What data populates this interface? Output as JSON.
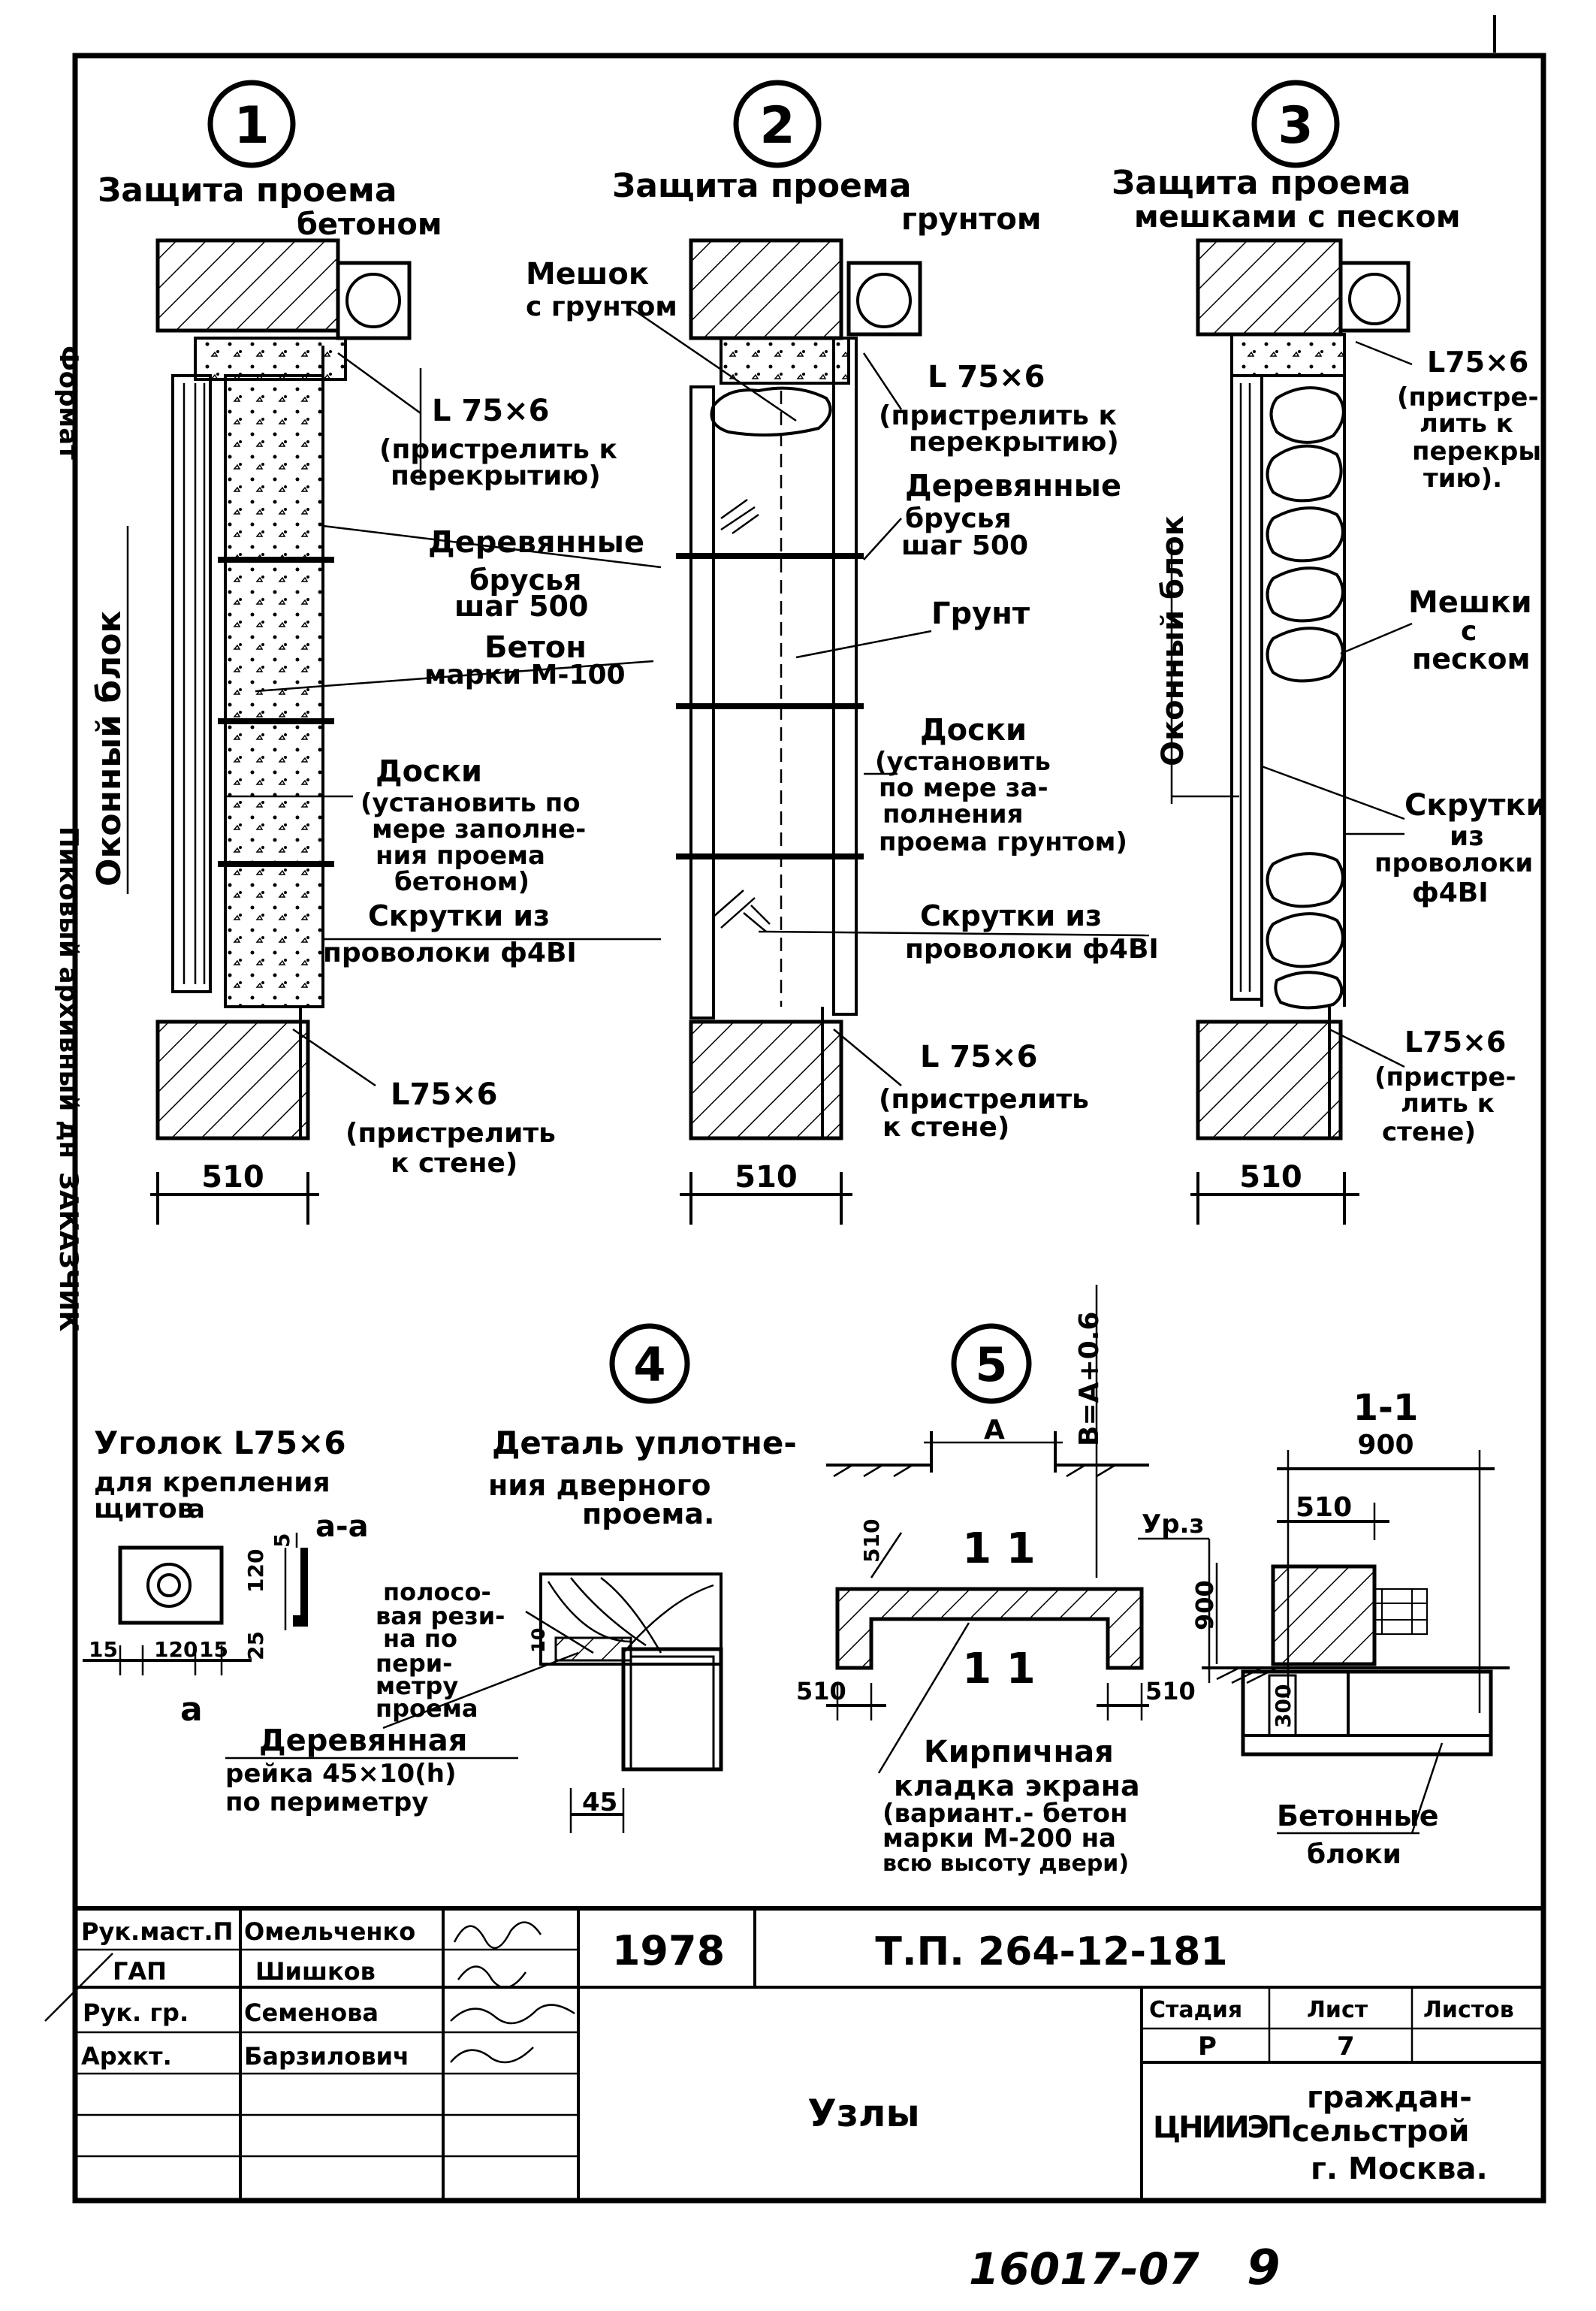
{
  "margin_text": {
    "top": "Формат",
    "middle": "Пиковый архивный  дн",
    "bottom": "ЗАКАЗЧИК"
  },
  "node1": {
    "num": "1",
    "title1": "Защита проема",
    "title2": "бетоном",
    "angle_top": "L 75×6",
    "angle_top_note1": "(пристрелить к",
    "angle_top_note2": "перекрытию)",
    "beams1": "Деревянные",
    "beams2": "брусья",
    "beams3": "шаг 500",
    "concrete1": "Бетон",
    "concrete2": "марки М-100",
    "window": "Оконный блок",
    "boards1": "Доски",
    "boards2": "(установить по",
    "boards3": "мере заполне-",
    "boards4": "ния проема",
    "boards5": "бетоном)",
    "wire1": "Скрутки из",
    "wire2": "проволоки ф4ВI",
    "angle_bot": "L75×6",
    "angle_bot_note1": "(пристрелить",
    "angle_bot_note2": "к стене)",
    "dim": "510"
  },
  "node2": {
    "num": "2",
    "title1": "Защита проема",
    "title2": "грунтом",
    "bag1": "Мешок",
    "bag2": "с грунтом",
    "angle_top": "L 75×6",
    "angle_top_note1": "(пристрелить к",
    "angle_top_note2": "перекрытию)",
    "beams1": "Деревянные",
    "beams2": "брусья",
    "beams3": "шаг 500",
    "soil": "Грунт",
    "boards1": "Доски",
    "boards2": "(установить",
    "boards3": "по мере за-",
    "boards4": "полнения",
    "boards5": "проема грунтом)",
    "wire1": "Скрутки из",
    "wire2": "проволоки ф4ВI",
    "angle_bot": "L 75×6",
    "angle_bot_note1": "(пристрелить",
    "angle_bot_note2": "к стене)",
    "dim": "510"
  },
  "node3": {
    "num": "3",
    "title1": "Защита проема",
    "title2": "мешками с песком",
    "angle_top": "L75×6",
    "angle_top_note1": "(пристре-",
    "angle_top_note2": "лить к",
    "angle_top_note3": "перекры",
    "angle_top_note4": "тию).",
    "window": "Оконный блок",
    "bags1": "Мешки",
    "bags2": "с",
    "bags3": "песком",
    "wire1": "Скрутки",
    "wire2": "из",
    "wire3": "проволоки",
    "wire4": "ф4ВI",
    "angle_bot": "L75×6",
    "angle_bot_note1": "(пристре-",
    "angle_bot_note2": "лить к",
    "angle_bot_note3": "стене)",
    "dim": "510"
  },
  "node4": {
    "num": "4",
    "angle_title1": "Уголок L75×6",
    "angle_title2": "для крепления",
    "angle_title3": "щитов",
    "sec_a": "а",
    "sec_aa": "а-а",
    "d15a": "15",
    "d120": "120",
    "d15b": "15",
    "d25": "25",
    "d120v": "120",
    "d5": "5",
    "a_label": "а",
    "detail1": "Деталь уплотне-",
    "detail2": "ния дверного",
    "detail3": "проема.",
    "rubber1": "полосо-",
    "rubber2": "вая рези-",
    "rubber3": "на по",
    "rubber4": "пери-",
    "rubber5": "метру",
    "rubber6": "проема",
    "batten1": "Деревянная",
    "batten2": "рейка 45×10(h)",
    "batten3": "по периметру",
    "dim45": "45",
    "dim10": "10"
  },
  "node5": {
    "num": "5",
    "b_formula": "B=A+0.6",
    "a_label": "A",
    "sec11a": "1 1",
    "sec11b": "1 1",
    "d510_top": "510",
    "d510_l": "510",
    "d510_r": "510",
    "brick1": "Кирпичная",
    "brick2": "кладка экрана",
    "brick3": "(вариант.- бетон",
    "brick4": "марки М-200 на",
    "brick5": "всю высоту двери)"
  },
  "section11": {
    "title": "1-1",
    "d900": "900",
    "d510": "510",
    "level": "Ур.з",
    "d900v": "900",
    "d300": "300",
    "blocks1": "Бетонные",
    "blocks2": "блоки"
  },
  "titleblock": {
    "roles": [
      "Рук.маст.П",
      "ГАП",
      "Рук. гр.",
      "Архкт."
    ],
    "names": [
      "Омельченко",
      "Шишков",
      "Семенова",
      "Барзилович"
    ],
    "year": "1978",
    "code": "Т.П. 264-12-181",
    "sheet_title": "Узлы",
    "stage_h": "Стадия",
    "sheet_h": "Лист",
    "sheets_h": "Листов",
    "stage": "Р",
    "sheet": "7",
    "sheets": "",
    "org_logo": "ЦНИИЭП",
    "org1": "граждан-",
    "org2": "сельстрой",
    "org3": "г. Москва."
  },
  "footer": {
    "inv": "16017-07",
    "page": "9"
  }
}
